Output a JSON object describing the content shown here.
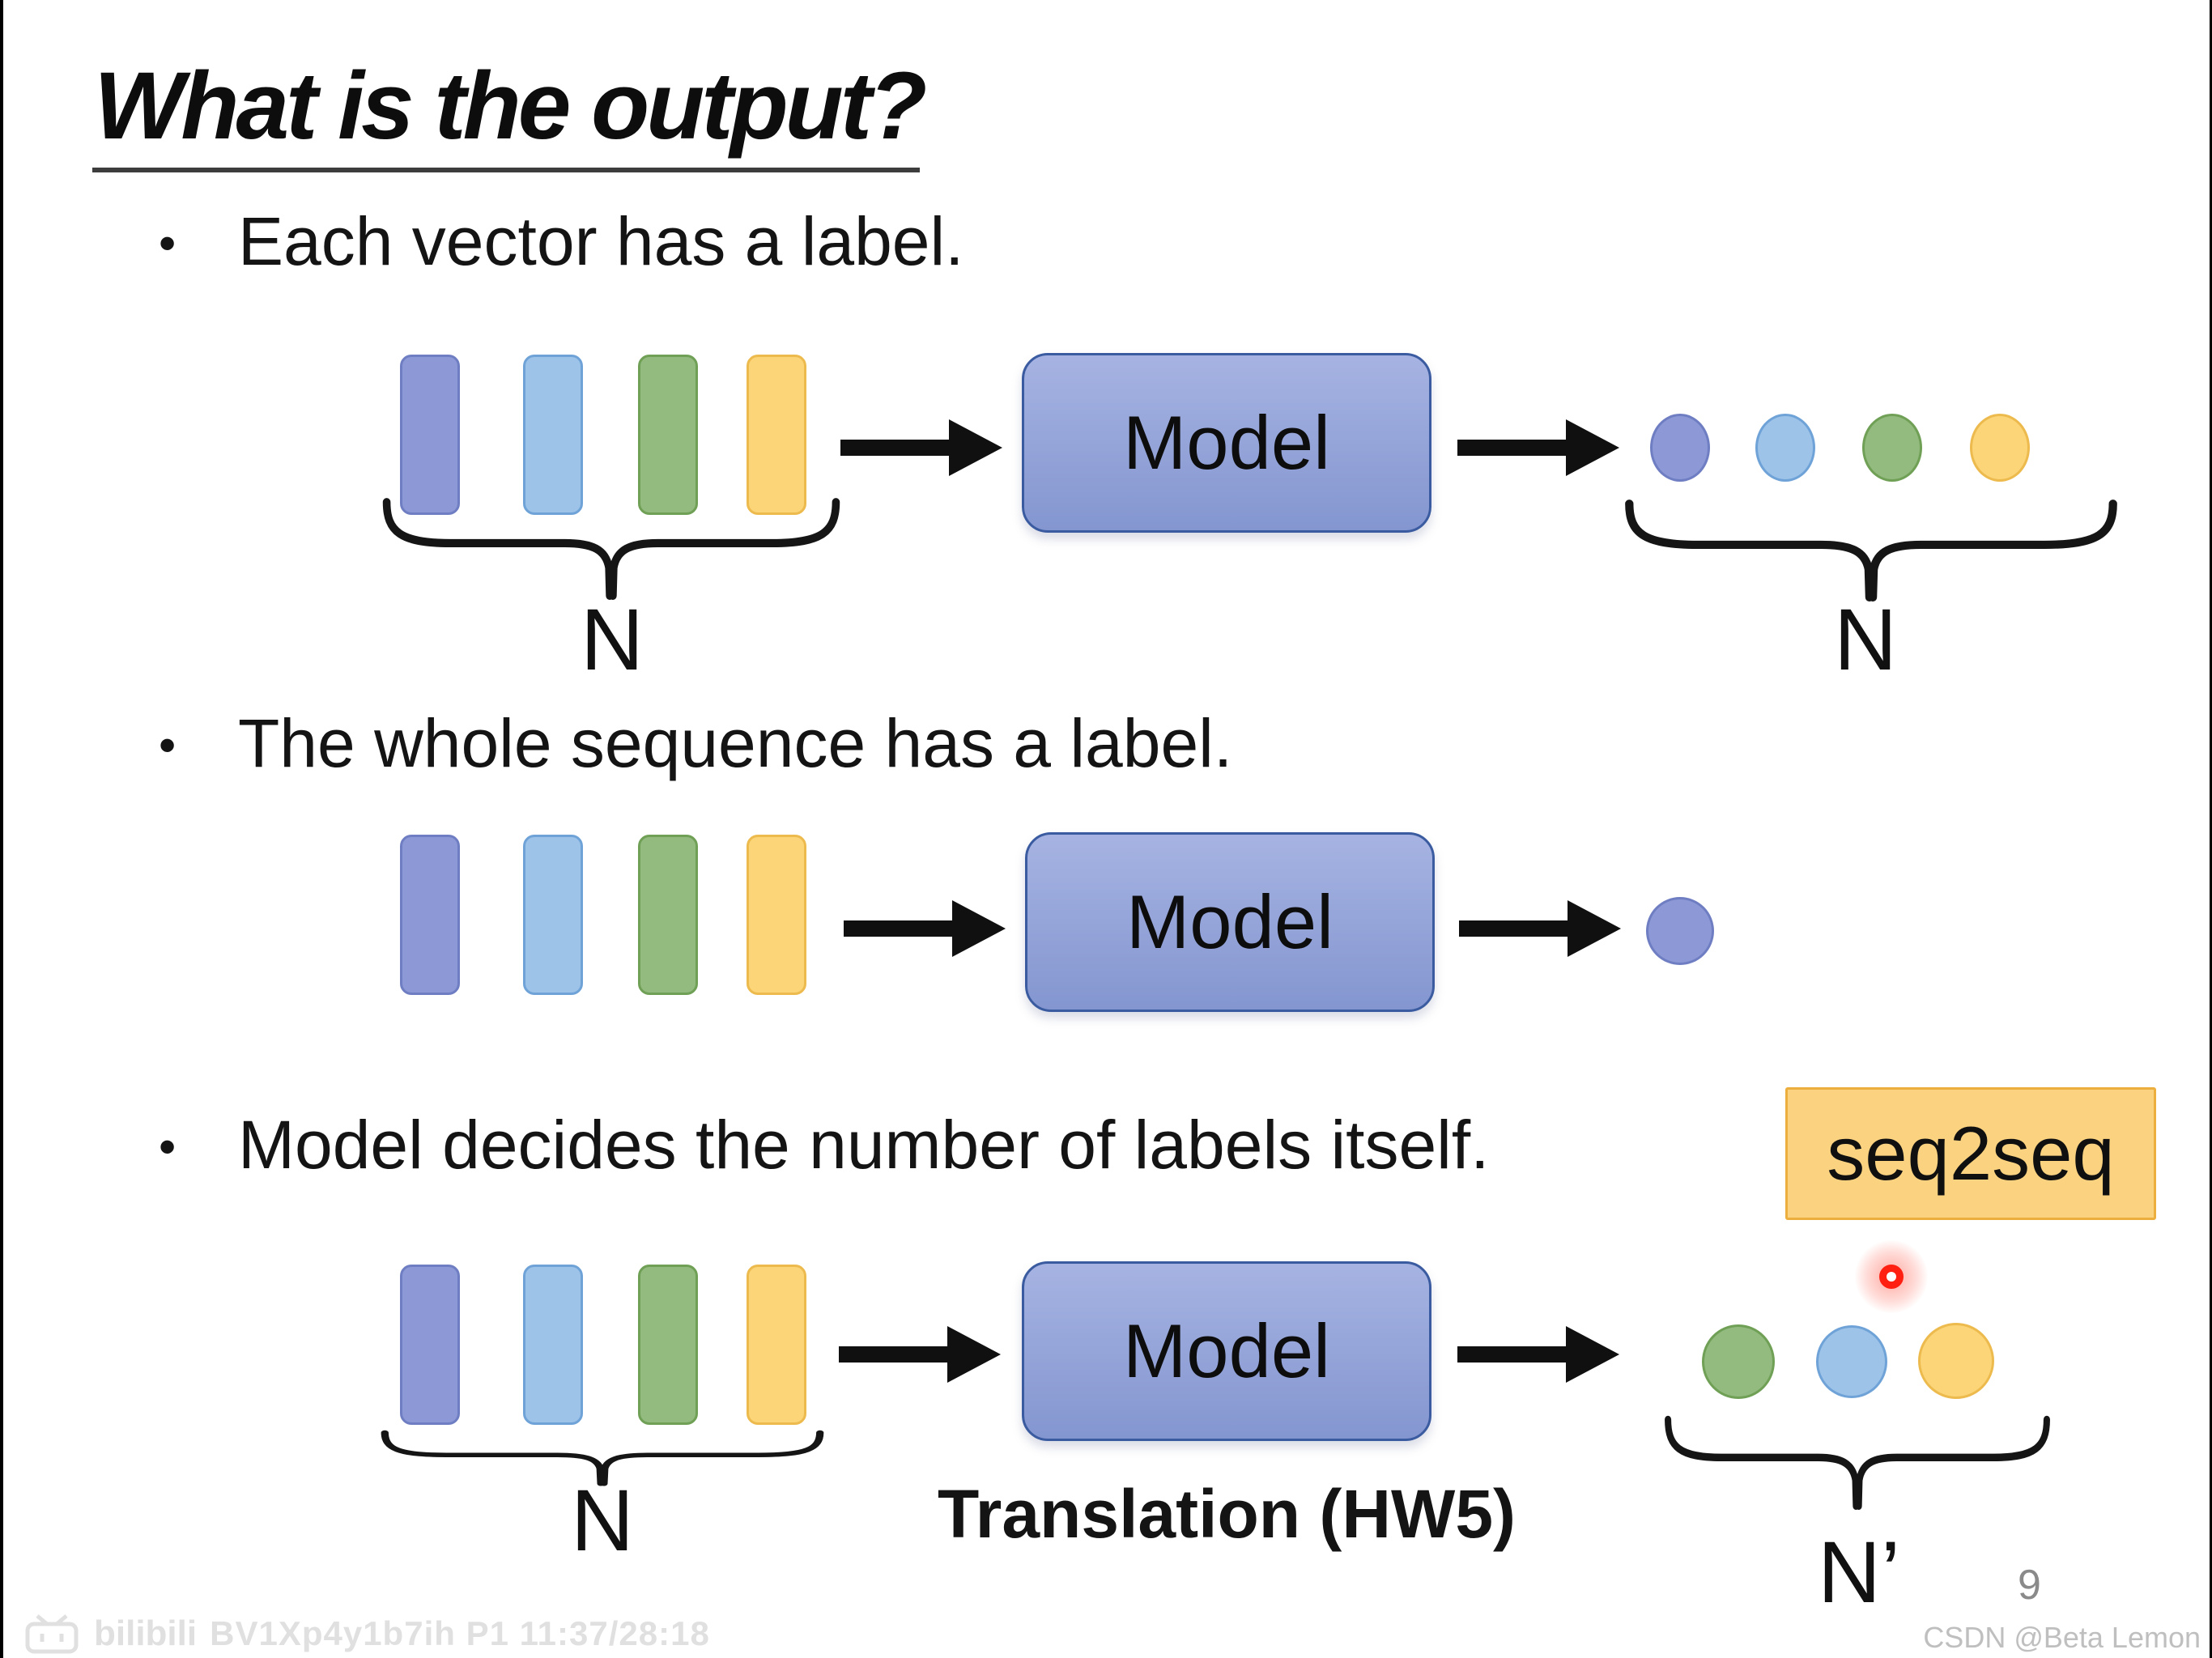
{
  "title": "What is the output?",
  "bullet_glyph": "•",
  "bullets": [
    "Each vector has a label.",
    "The whole sequence has a label.",
    "Model decides the number of labels itself."
  ],
  "labels": {
    "seq2seq": "seq2seq"
  },
  "diagram": {
    "rows": [
      {
        "inputs": [
          "purple-blue",
          "light-blue",
          "green",
          "yellow"
        ],
        "input_count": "N",
        "model": "Model",
        "outputs": [
          "purple-blue",
          "light-blue",
          "green",
          "yellow"
        ],
        "output_count": "N"
      },
      {
        "inputs": [
          "purple-blue",
          "light-blue",
          "green",
          "yellow"
        ],
        "model": "Model",
        "outputs": [
          "purple-blue"
        ]
      },
      {
        "inputs": [
          "purple-blue",
          "light-blue",
          "green",
          "yellow"
        ],
        "input_count": "N",
        "model": "Model",
        "model_caption": "Translation (HW5)",
        "outputs": [
          "green",
          "light-blue",
          "yellow"
        ],
        "output_count": "N’"
      }
    ]
  },
  "page_number": "9",
  "watermarks": {
    "bilibili_logo": "bilibili",
    "video_info": "BV1Xp4y1b7ih P1 11:37/28:18",
    "csdn": "CSDN @Beta Lemon"
  },
  "colors": {
    "ink": "#1A1A1A",
    "vec1_fill": "#8C99D6",
    "vec1_border": "#6F7EC2",
    "vec2_fill": "#9DC3E8",
    "vec2_border": "#6FA3D8",
    "vec3_fill": "#93BB80",
    "vec3_border": "#6FA055",
    "vec4_fill": "#FBD578",
    "vec4_border": "#EDBA4E",
    "model_fill_top": "#A6B3E2",
    "model_fill_bottom": "#8496D0",
    "model_border": "#3A5BA0",
    "seq2seq_fill": "#FBD380",
    "seq2seq_border": "#ECAE3D",
    "laser": "#FF2012",
    "page_number_gray": "#8A8A8A",
    "watermark_bilibili": "#E0E0E0",
    "watermark_csdn": "#BFBFBF"
  }
}
